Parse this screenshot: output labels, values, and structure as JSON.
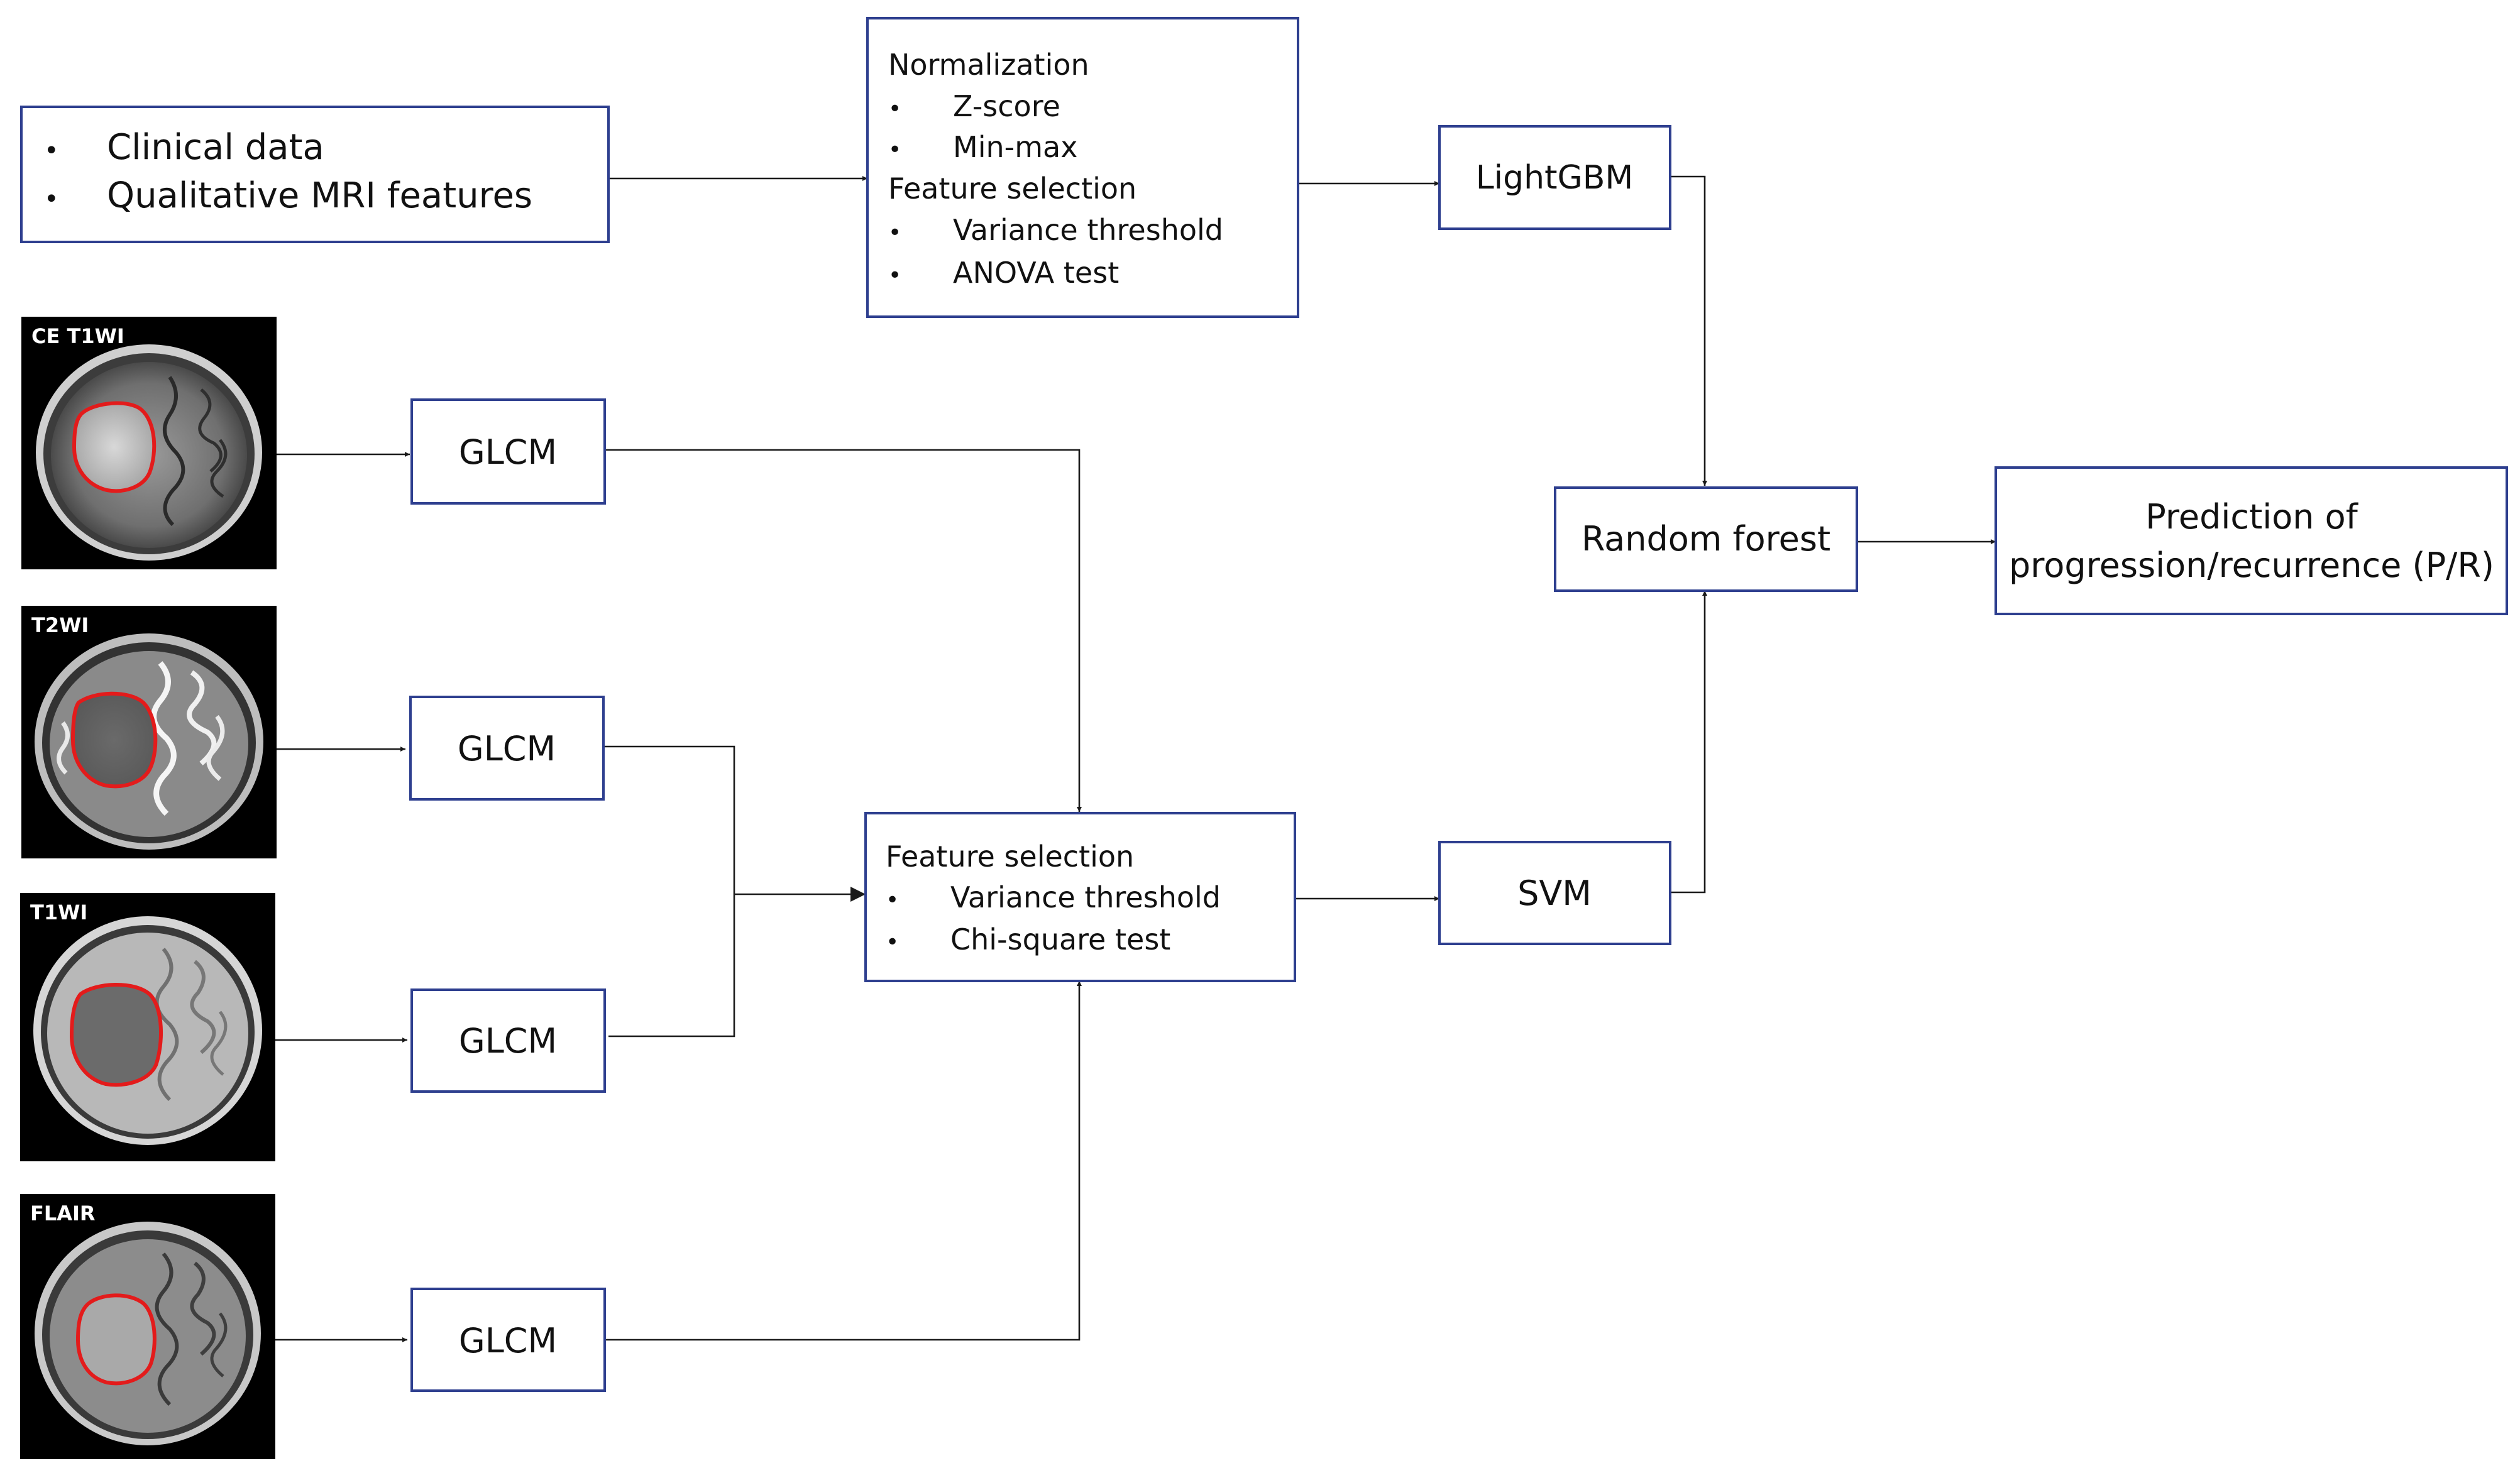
{
  "clinical_box": {
    "items": [
      "Clinical data",
      "Qualitative MRI features"
    ]
  },
  "norm_box": {
    "heading1": "Normalization",
    "items1": [
      "Z-score",
      "Min-max"
    ],
    "heading2": "Feature selection",
    "items2": [
      "Variance threshold",
      "ANOVA test"
    ]
  },
  "lightgbm": {
    "label": "LightGBM"
  },
  "random_forest": {
    "label": "Random forest"
  },
  "prediction": {
    "line1": "Prediction of",
    "line2": "progression/recurrence (P/R)"
  },
  "mri_images": [
    {
      "label": "CE T1WI"
    },
    {
      "label": "T2WI"
    },
    {
      "label": "T1WI"
    },
    {
      "label": "FLAIR"
    }
  ],
  "glcm": {
    "label": "GLCM"
  },
  "feature_box": {
    "heading": "Feature selection",
    "items": [
      "Variance threshold",
      "Chi-square test"
    ]
  },
  "svm": {
    "label": "SVM"
  },
  "bullet": "•",
  "colors": {
    "box_border": "#2e3f8f",
    "contour": "#e31b1b",
    "connector": "#1a1a1a"
  }
}
